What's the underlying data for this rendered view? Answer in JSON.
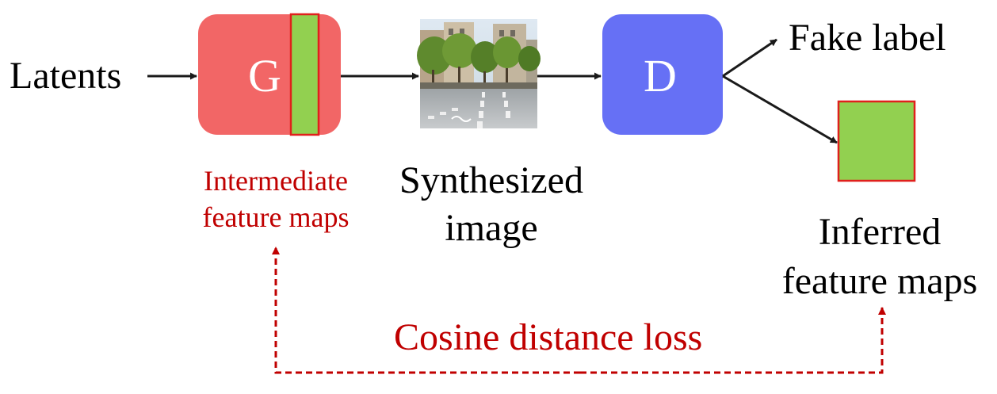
{
  "labels": {
    "latents": "Latents",
    "generator": "G",
    "discriminator": "D",
    "fake_label": "Fake label",
    "intermediate_line1": "Intermediate",
    "intermediate_line2": "feature maps",
    "synth_line1": "Synthesized",
    "synth_line2": "image",
    "inferred_line1": "Inferred",
    "inferred_line2": "feature maps",
    "loss": "Cosine distance loss"
  },
  "colors": {
    "generator_fill": "#f26666",
    "discriminator_fill": "#6670f5",
    "feature_map_fill": "#92d050",
    "feature_map_border": "#e0201c",
    "loss_color": "#c00000",
    "arrow_color": "#1a1a1a"
  },
  "icons": {
    "synthesized_image": "street-scene-photo"
  }
}
